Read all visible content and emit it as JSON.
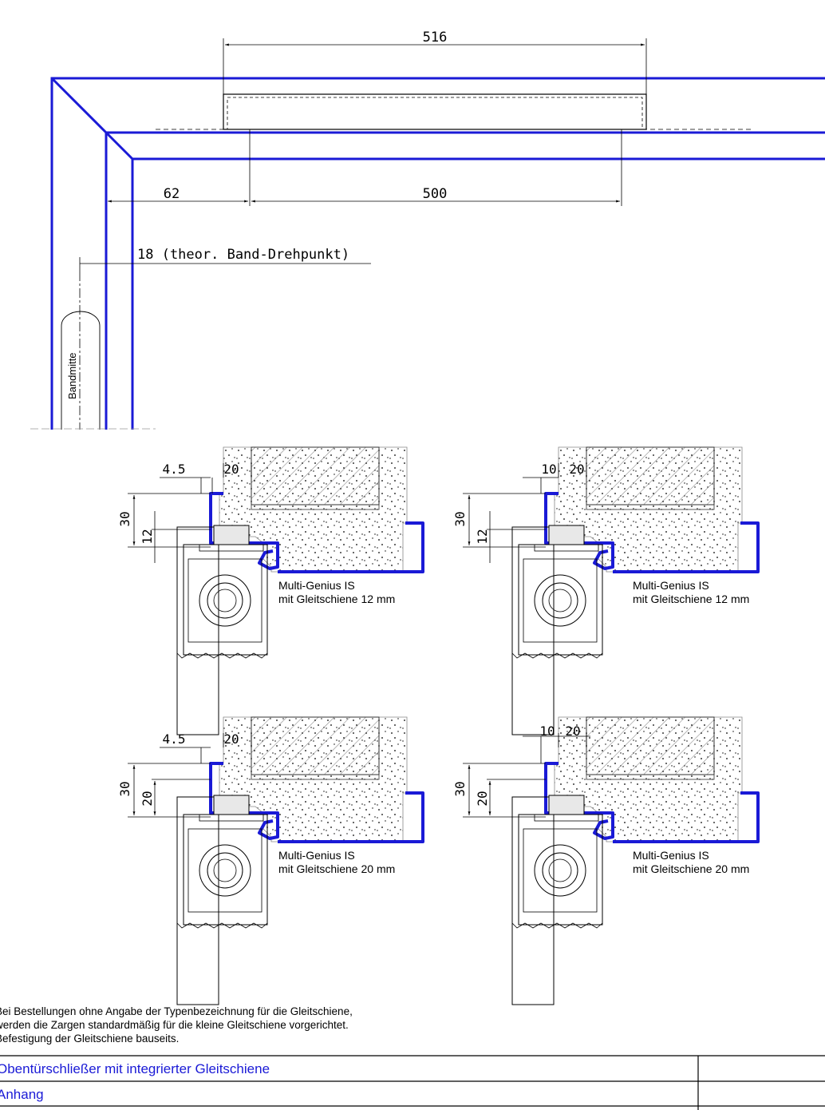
{
  "top_view": {
    "dim_516": "516",
    "dim_62": "62",
    "dim_500": "500",
    "dim_18": "18 (theor. Band-Drehpunkt)",
    "bandmitte": "Bandmitte"
  },
  "details": [
    {
      "dim_a": "4.5",
      "dim_b": "20",
      "dim_h": "30",
      "dim_s": "12",
      "label1": "Multi-Genius IS",
      "label2": "mit Gleitschiene 12 mm"
    },
    {
      "dim_a": "10",
      "dim_b": "20",
      "dim_h": "30",
      "dim_s": "12",
      "label1": "Multi-Genius IS",
      "label2": "mit Gleitschiene 12 mm"
    },
    {
      "dim_a": "4.5",
      "dim_b": "20",
      "dim_h": "30",
      "dim_s": "20",
      "label1": "Multi-Genius IS",
      "label2": "mit Gleitschiene 20 mm"
    },
    {
      "dim_a": "10",
      "dim_b": "20",
      "dim_h": "30",
      "dim_s": "20",
      "label1": "Multi-Genius IS",
      "label2": "mit Gleitschiene 20 mm"
    }
  ],
  "note": [
    "Bei Bestellungen ohne Angabe der Typenbezeichnung für die Gleitschiene,",
    "werden die Zargen standardmäßig für die kleine Gleitschiene vorgerichtet.",
    "Befestigung der Gleitschiene bauseits."
  ],
  "title_block": {
    "row1": "Obentürschließer mit integrierter Gleitschiene",
    "row2": "Anhang"
  },
  "colors": {
    "profile": "#1a1ad6",
    "line": "#000000"
  }
}
